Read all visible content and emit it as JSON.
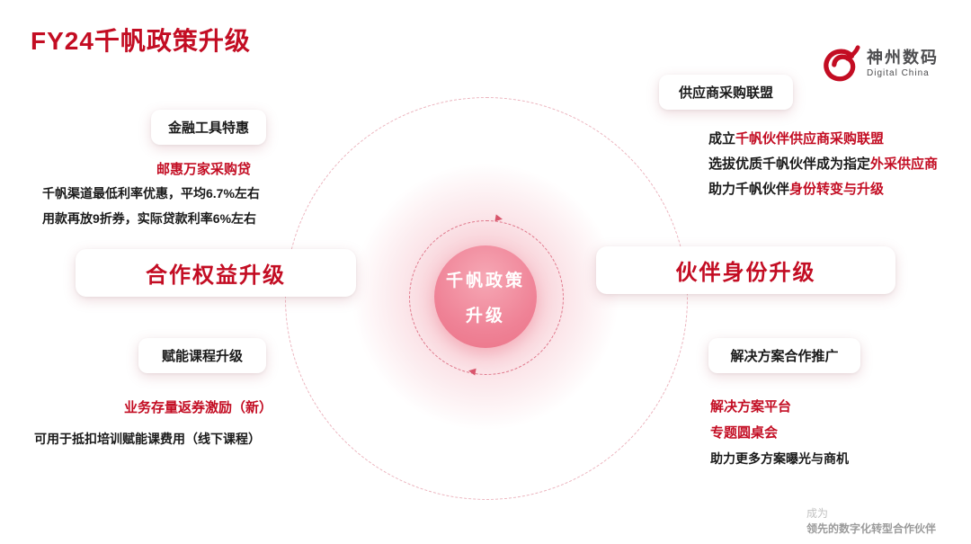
{
  "header": {
    "title": "FY24千帆政策升级",
    "logo": {
      "name": "神州数码",
      "subtitle": "Digital China"
    }
  },
  "center": {
    "title_line1": "千帆政策",
    "title_line2": "升级"
  },
  "left_section": {
    "top_card": "金融工具特惠",
    "top_highlight": "邮惠万家采购贷",
    "top_lines": [
      "千帆渠道最低利率优惠，平均6.7%左右",
      "用款再放9折券，实际贷款利率6%左右"
    ],
    "main_card": "合作权益升级",
    "bottom_card": "赋能课程升级",
    "bottom_highlight": "业务存量返券激励（新）",
    "bottom_line": "可用于抵扣培训赋能课费用（线下课程）"
  },
  "right_section": {
    "top_card": "供应商采购联盟",
    "top_lines": [
      {
        "black": "成立",
        "red": "千帆伙伴供应商采购联盟"
      },
      {
        "black": "选拔优质千帆伙伴成为指定",
        "red": "外采供应商"
      },
      {
        "black": "助力千帆伙伴",
        "red": "身份转变与升级"
      }
    ],
    "main_card": "伙伴身份升级",
    "bottom_card": "解决方案合作推广",
    "bottom_highlights": [
      "解决方案平台",
      "专题圆桌会"
    ],
    "bottom_line": "助力更多方案曝光与商机"
  },
  "footer": {
    "line1": "成为",
    "line2": "领先的数字化转型合作伙伴"
  },
  "colors": {
    "primary_red": "#C30D23",
    "center_pink": "#EF8296",
    "dashed_pink": "#DE7488"
  }
}
